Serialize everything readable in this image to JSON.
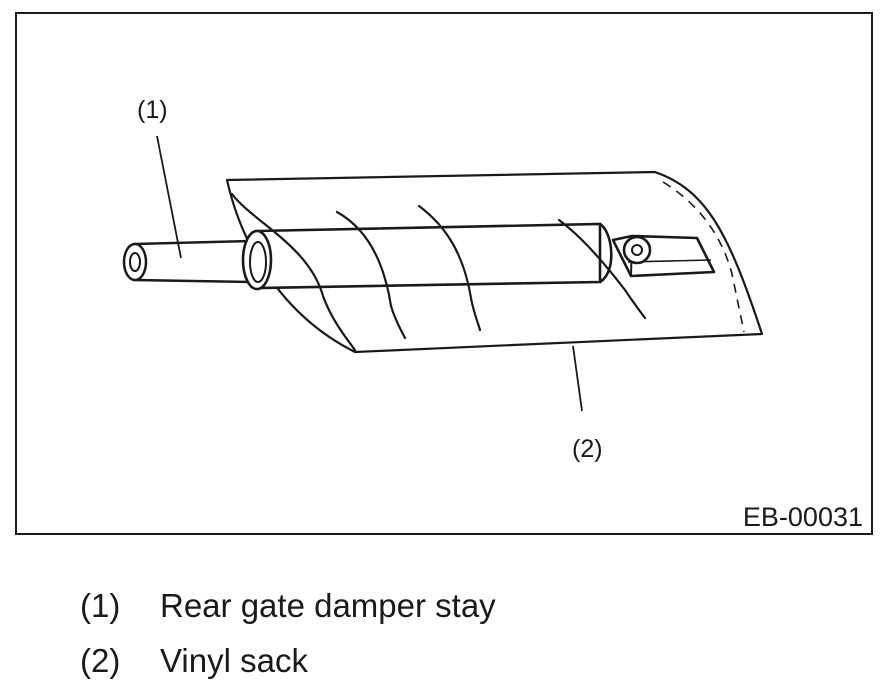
{
  "figure": {
    "code": "EB-00031",
    "callouts": [
      {
        "num": "(1)",
        "text": "Rear gate damper stay"
      },
      {
        "num": "(2)",
        "text": "Vinyl sack"
      }
    ]
  }
}
